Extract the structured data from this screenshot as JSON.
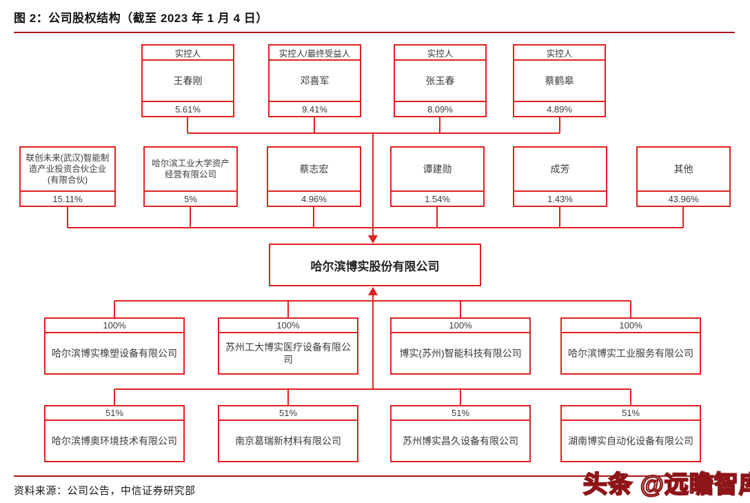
{
  "title": "图 2：公司股权结构（截至 2023 年 1 月 4 日）",
  "source_note": "资料来源：公司公告，中信证券研究部",
  "watermark": "头条 @远瞻智库",
  "colors": {
    "box_border": "#e01f1f",
    "connector": "#e01f1f",
    "rule_line": "#a31515",
    "watermark_outline": "#8e1518",
    "text": "#3a3a3a",
    "title_text": "#111111"
  },
  "company": {
    "name": "哈尔滨博实股份有限公司"
  },
  "shareholders_top": [
    {
      "role": "实控人",
      "name": "王春刚",
      "pct": "5.61%"
    },
    {
      "role": "实控人/最终受益人",
      "name": "邓喜军",
      "pct": "9.41%"
    },
    {
      "role": "实控人",
      "name": "张玉春",
      "pct": "8.09%"
    },
    {
      "role": "实控人",
      "name": "蔡鹤皋",
      "pct": "4.89%"
    }
  ],
  "shareholders_mid": [
    {
      "name": "联创未来(武汉)智能制造产业投资合伙企业(有限合伙)",
      "pct": "15.11%"
    },
    {
      "name": "哈尔滨工业大学资产经营有限公司",
      "pct": "5%"
    },
    {
      "name": "蔡志宏",
      "pct": "4.96%"
    },
    {
      "name": "谭建勋",
      "pct": "1.54%"
    },
    {
      "name": "成芳",
      "pct": "1.43%"
    },
    {
      "name": "其他",
      "pct": "43.96%"
    }
  ],
  "subsidiaries_100": [
    {
      "pct": "100%",
      "name": "哈尔滨博实橡塑设备有限公司"
    },
    {
      "pct": "100%",
      "name": "苏州工大博实医疗设备有限公司"
    },
    {
      "pct": "100%",
      "name": "博实(苏州)智能科技有限公司"
    },
    {
      "pct": "100%",
      "name": "哈尔滨博实工业服务有限公司"
    }
  ],
  "subsidiaries_51": [
    {
      "pct": "51%",
      "name": "哈尔滨博奥环境技术有限公司"
    },
    {
      "pct": "51%",
      "name": "南京葛瑞新材料有限公司"
    },
    {
      "pct": "51%",
      "name": "苏州博实昌久设备有限公司"
    },
    {
      "pct": "51%",
      "name": "湖南博实自动化设备有限公司"
    }
  ]
}
